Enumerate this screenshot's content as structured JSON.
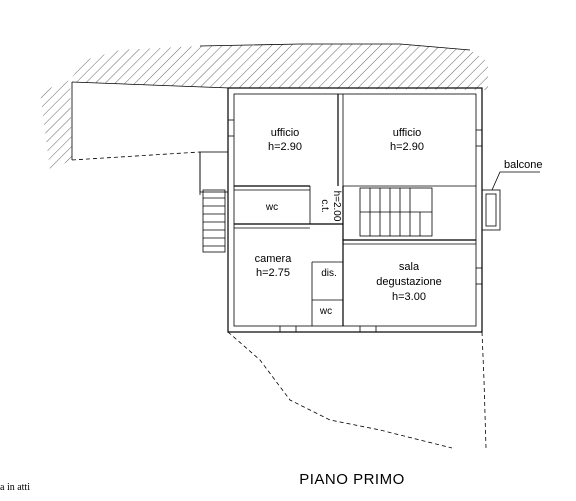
{
  "title": "PIANO PRIMO",
  "footer_note": "a in atti",
  "rooms": {
    "ufficio_left": {
      "name": "ufficio",
      "height": "h=2.90"
    },
    "ufficio_right": {
      "name": "ufficio",
      "height": "h=2.90"
    },
    "wc_top": {
      "name": "wc"
    },
    "ct": {
      "name": "c.t.",
      "height": "h=2.00"
    },
    "camera": {
      "name": "camera",
      "height": "h=2.75"
    },
    "dis": {
      "name": "dis."
    },
    "wc_bottom": {
      "name": "wc"
    },
    "sala": {
      "line1": "sala",
      "line2": "degustazione",
      "height": "h=3.00"
    }
  },
  "balcone_label": "balcone"
}
